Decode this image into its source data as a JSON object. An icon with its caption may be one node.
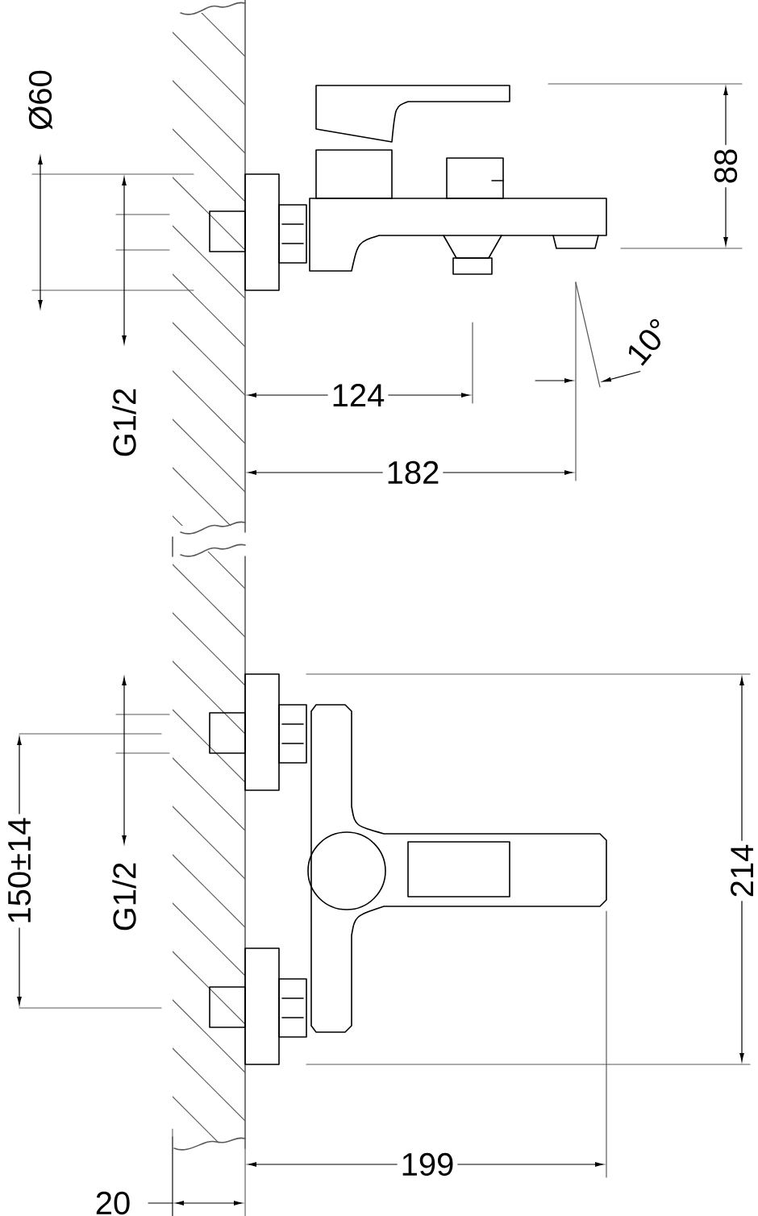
{
  "diagram": {
    "labels": [
      "Ø60",
      "G1/2",
      "88",
      "124",
      "10°",
      "182",
      "150±14",
      "G1/2",
      "214",
      "199",
      "20"
    ]
  }
}
